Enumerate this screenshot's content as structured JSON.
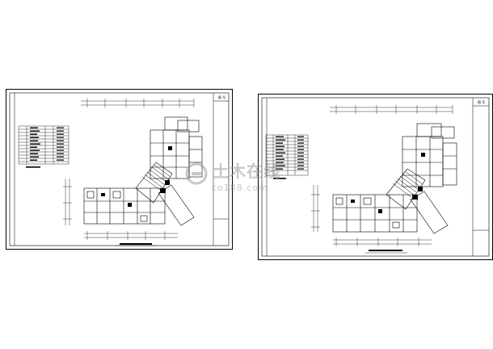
{
  "watermark": {
    "logo_text": "土木在线",
    "url_text": "co188.com"
  },
  "sheets": [
    {
      "id": "sheet-left"
    },
    {
      "id": "sheet-right"
    }
  ]
}
